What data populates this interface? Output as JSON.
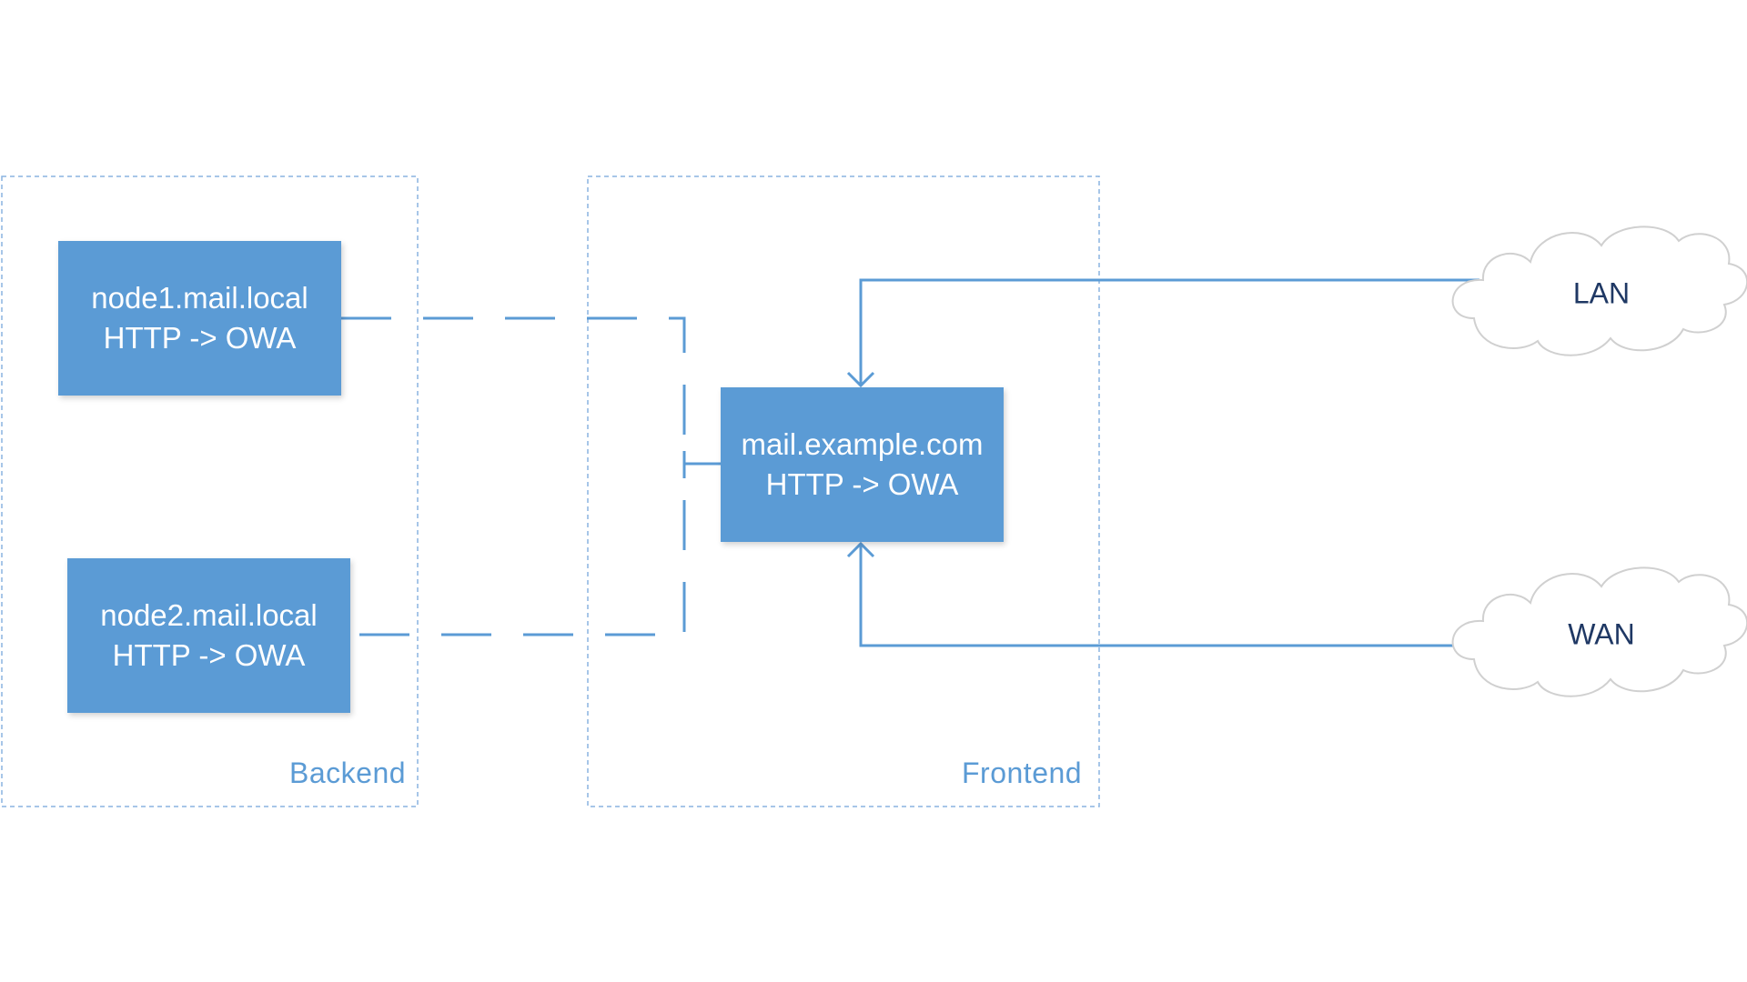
{
  "colors": {
    "box_fill": "#5b9bd5",
    "line": "#5b9bd5",
    "group_border": "#8ab4e0",
    "group_label": "#5b9bd5",
    "cloud_stroke": "#d0d0d0",
    "cloud_label": "#1f3864"
  },
  "groups": {
    "backend": {
      "label": "Backend"
    },
    "frontend": {
      "label": "Frontend"
    }
  },
  "nodes": {
    "node1": {
      "line1": "node1.mail.local",
      "line2": "HTTP -> OWA"
    },
    "node2": {
      "line1": "node2.mail.local",
      "line2": "HTTP -> OWA"
    },
    "frontend": {
      "line1": "mail.example.com",
      "line2": "HTTP -> OWA"
    }
  },
  "clouds": {
    "lan": {
      "label": "LAN"
    },
    "wan": {
      "label": "WAN"
    }
  },
  "connections": [
    {
      "from": "node1",
      "to": "frontend",
      "style": "dashed"
    },
    {
      "from": "node2",
      "to": "frontend",
      "style": "dashed"
    },
    {
      "from": "lan",
      "to": "frontend",
      "style": "solid-arrow"
    },
    {
      "from": "wan",
      "to": "frontend",
      "style": "solid-arrow"
    }
  ]
}
